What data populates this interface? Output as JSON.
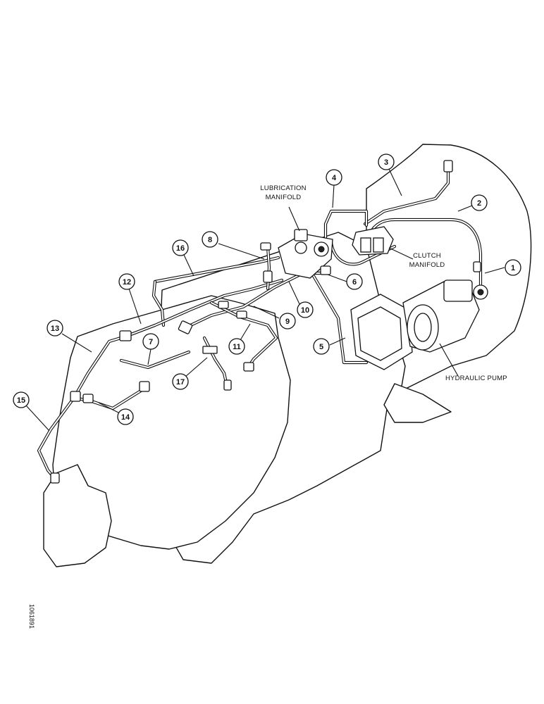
{
  "labels": {
    "lubrication_manifold_line1": "LUBRICATION",
    "lubrication_manifold_line2": "MANIFOLD",
    "clutch_manifold_line1": "CLUTCH",
    "clutch_manifold_line2": "MANIFOLD",
    "hydraulic_pump": "HYDRAULIC PUMP"
  },
  "document_id": "1061891",
  "callouts": [
    "1",
    "2",
    "3",
    "4",
    "5",
    "6",
    "7",
    "8",
    "9",
    "10",
    "11",
    "12",
    "13",
    "14",
    "15",
    "16",
    "17"
  ]
}
